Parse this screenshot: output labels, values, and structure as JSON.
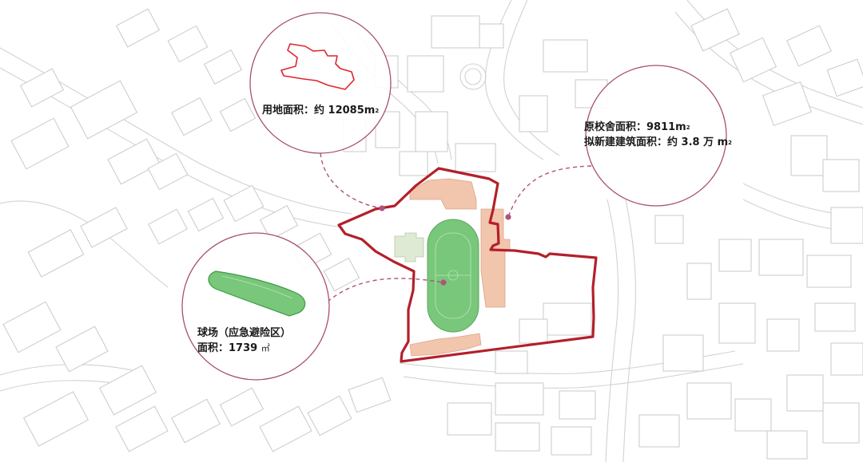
{
  "callouts": {
    "land_area": {
      "text": "用地面积：约 12085m",
      "sup": "2"
    },
    "old_building": {
      "text": "原校舍面积：9811m",
      "sup": "2"
    },
    "new_building": {
      "text": "拟新建建筑面积：约 3.8 万 m",
      "sup": "2"
    },
    "field_title": "球场（应急避险区）",
    "field_area": {
      "text": "面积：1739 ",
      "unit": "㎡"
    }
  },
  "colors": {
    "boundary": "#b3202a",
    "callout_circle": "#a8506e",
    "connector": "#b0527d",
    "existing_building": "#f2c5ad",
    "new_building": "#dfead5",
    "field": "#78c77a",
    "context_lines": "#c8c8c8"
  }
}
